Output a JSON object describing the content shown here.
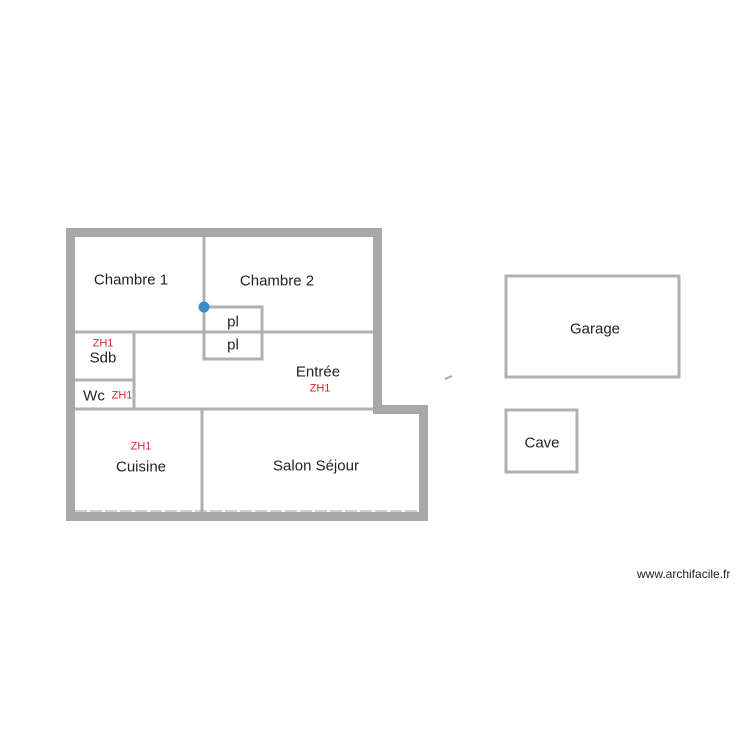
{
  "plan": {
    "wall_color": "#a8a8a8",
    "partition_color": "#b0b0b0",
    "label_color": "#222222",
    "zone_color": "#d7282e",
    "anchor_color": "#3c8ac6",
    "rooms": [
      {
        "name": "Chambre 1",
        "zone": ""
      },
      {
        "name": "Chambre 2",
        "zone": ""
      },
      {
        "name": "pl",
        "zone": ""
      },
      {
        "name": "pl",
        "zone": ""
      },
      {
        "name": "Sdb",
        "zone": "ZH1"
      },
      {
        "name": "Wc",
        "zone": "ZH1"
      },
      {
        "name": "Entrée",
        "zone": "ZH1"
      },
      {
        "name": "Cuisine",
        "zone": "ZH1"
      },
      {
        "name": "Salon Séjour",
        "zone": ""
      },
      {
        "name": "Garage",
        "zone": ""
      },
      {
        "name": "Cave",
        "zone": ""
      }
    ]
  },
  "watermark": "www.archifacile.fr"
}
